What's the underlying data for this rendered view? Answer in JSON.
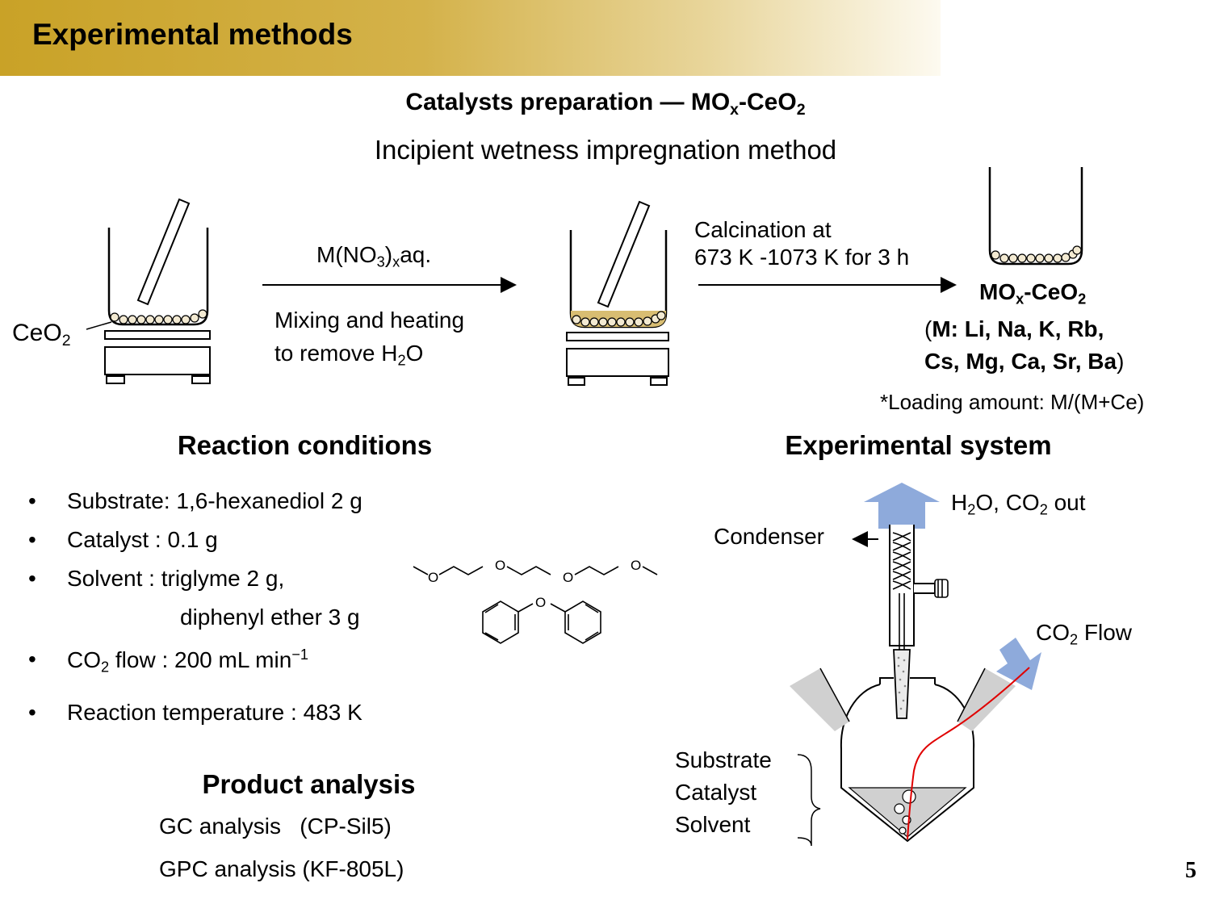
{
  "header": {
    "title": "Experimental methods"
  },
  "prep": {
    "heading_main": "Catalysts preparation — MO",
    "heading_sub_x": "x",
    "heading_mid": "-CeO",
    "heading_sub_2": "2",
    "method": "Incipient wetness impregnation method",
    "ceo2_label_main": "CeO",
    "ceo2_label_sub": "2",
    "reagent_main": "M(NO",
    "reagent_sub3": "3",
    "reagent_paren": ")",
    "reagent_subx": "x",
    "reagent_end": "aq.",
    "mixing_line1": "Mixing and heating",
    "mixing_line2_a": "to remove H",
    "mixing_line2_sub": "2",
    "mixing_line2_b": "O",
    "calc_line1": "Calcination at",
    "calc_line2": "673 K -1073 K for 3 h",
    "product_main": "MO",
    "product_sub_x": "x",
    "product_mid": "-CeO",
    "product_sub_2": "2",
    "metals_line1_open": "(",
    "metals_line1_bold": "M:  Li, Na, K, Rb,",
    "metals_line2_bold": "Cs, Mg, Ca, Sr, Ba",
    "metals_line2_close": ")",
    "loading_note": "*Loading amount: M/(M+Ce)"
  },
  "conditions": {
    "heading": "Reaction conditions",
    "bullet": "•",
    "substrate": "Substrate: 1,6-hexanediol 2 g",
    "catalyst": "Catalyst : 0.1 g",
    "solvent": "Solvent : triglyme 2 g,",
    "solvent2": "diphenyl ether 3 g",
    "co2_a": "CO",
    "co2_sub": "2",
    "co2_b": " flow : 200 mL min",
    "co2_sup": "−1",
    "temp": "Reaction temperature : 483 K"
  },
  "analysis": {
    "heading": "Product analysis",
    "gc": "GC analysis   (CP-Sil5)",
    "gpc": "GPC analysis (KF-805L)"
  },
  "system": {
    "heading": "Experimental system",
    "out_a": "H",
    "out_sub1": "2",
    "out_b": "O, CO",
    "out_sub2": "2",
    "out_c": " out",
    "condenser": "Condenser",
    "flow_a": "CO",
    "flow_sub": "2",
    "flow_b": " Flow",
    "mix_line1": "Substrate",
    "mix_line2": "Catalyst",
    "mix_line3": "Solvent"
  },
  "molecule": {
    "atom_o": "O"
  },
  "page": {
    "number": "5"
  },
  "colors": {
    "gold": "#c9a227",
    "arrow_blue": "#8eaadb",
    "co2_line": "#e00000",
    "joint_gray": "#d0d0d0"
  }
}
